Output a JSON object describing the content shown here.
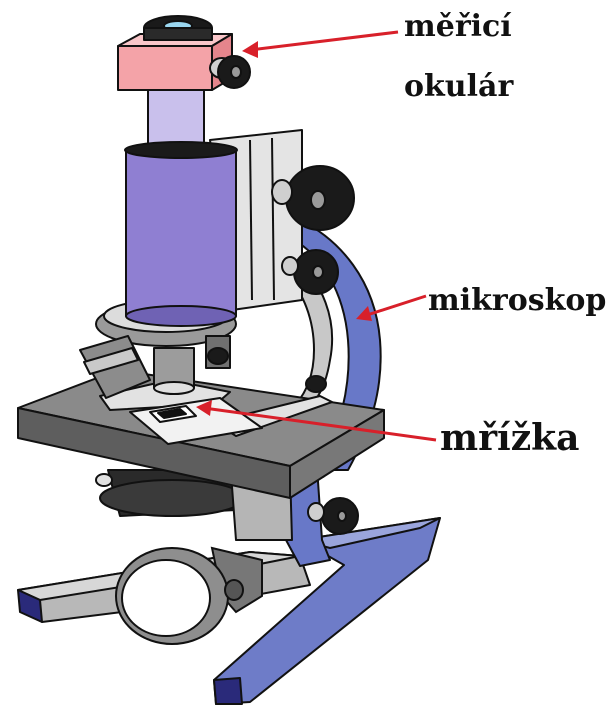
{
  "labels": {
    "eyepiece_line1": "měřicí",
    "eyepiece_line2": "okulár",
    "microscope": "mikroskop",
    "grid": "mřížka"
  },
  "colors": {
    "arrow": "#d8202a",
    "eyepiece": "#f4a3a8",
    "tube": "#8f7fd2",
    "tube_light": "#c9c0ec",
    "arm": "#6878c8",
    "metal_light": "#cfcfcf",
    "metal_mid": "#a3a3a3",
    "stage": "#8a8a8a",
    "stage_dark": "#5e5e5e",
    "outline": "#111111",
    "knob": "#1a1a1a",
    "foot_tip": "#2a2a7a"
  }
}
